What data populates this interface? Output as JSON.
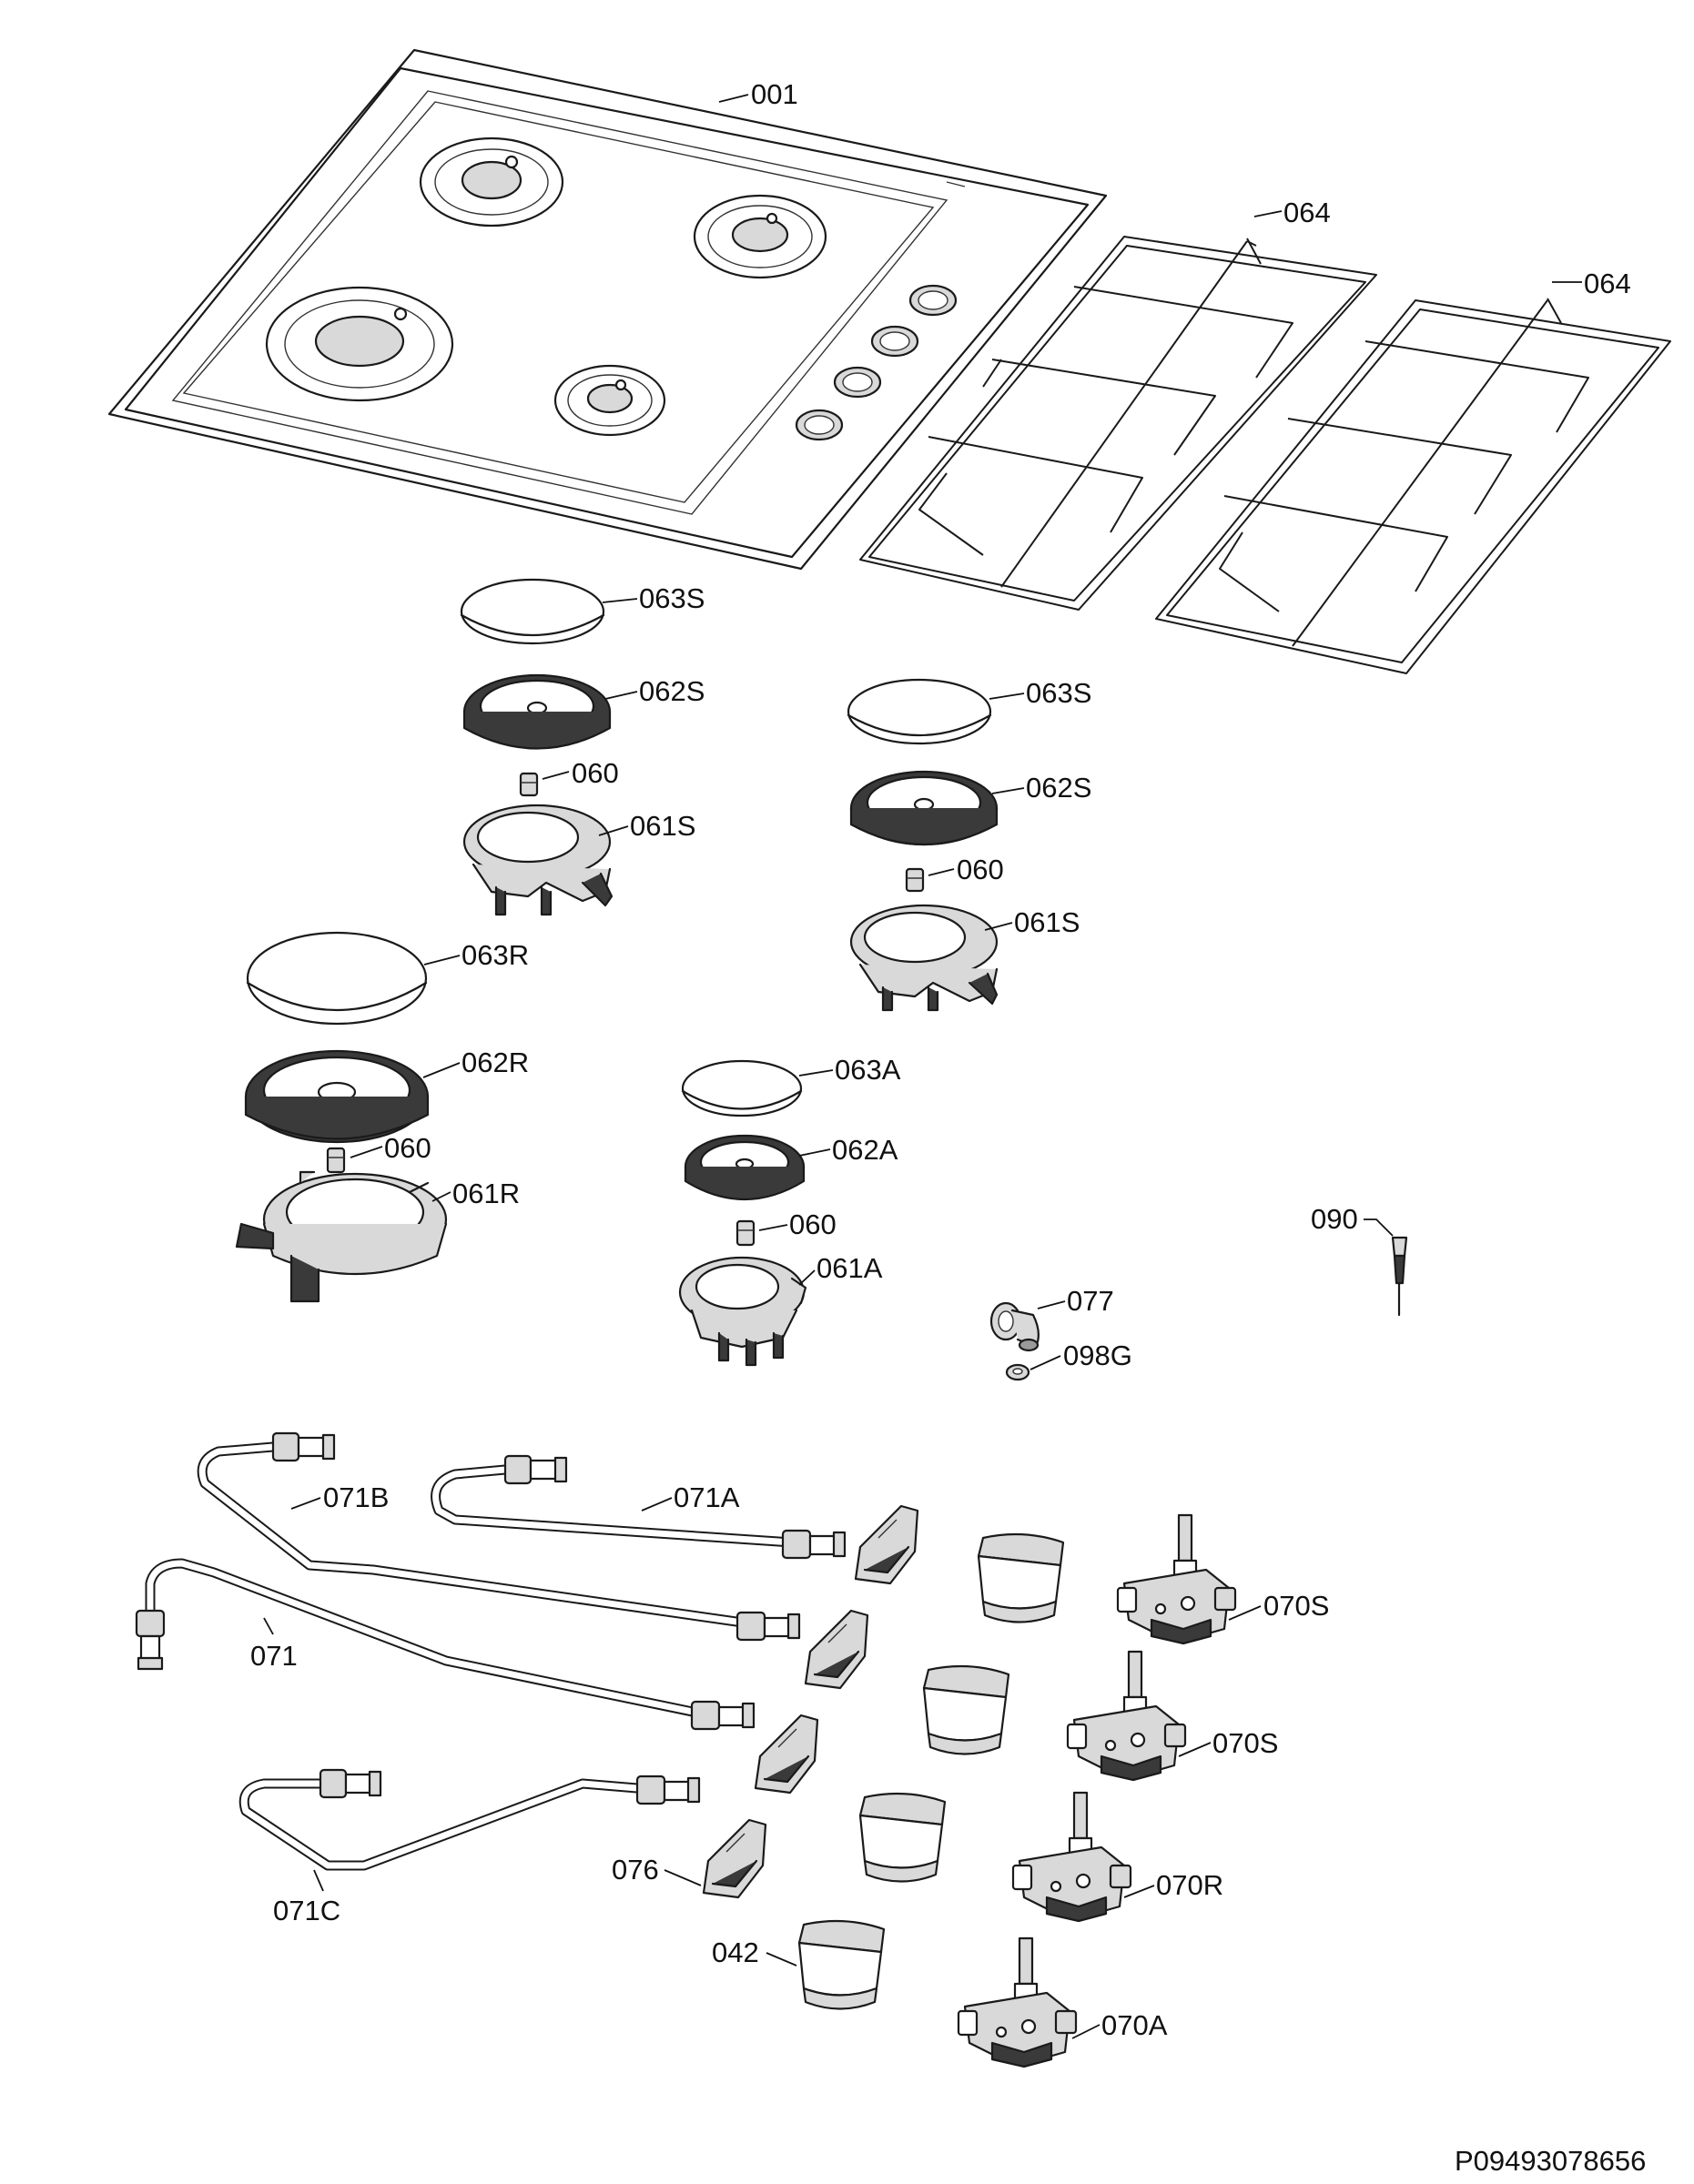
{
  "labels": {
    "l001": "001",
    "l064a": "064",
    "l064b": "064",
    "l063s_a": "063S",
    "l062s_a": "062S",
    "l060_a": "060",
    "l061s_a": "061S",
    "l063s_b": "063S",
    "l062s_b": "062S",
    "l060_b": "060",
    "l061s_b": "061S",
    "l063r": "063R",
    "l062r": "062R",
    "l060_c": "060",
    "l061r": "061R",
    "l063a": "063A",
    "l062a": "062A",
    "l060_d": "060",
    "l061a": "061A",
    "l090": "090",
    "l077": "077",
    "l098g": "098G",
    "l071b": "071B",
    "l071a": "071A",
    "l071": "071",
    "l071c": "071C",
    "l070s_a": "070S",
    "l070s_b": "070S",
    "l070r": "070R",
    "l070a": "070A",
    "l076": "076",
    "l042": "042"
  },
  "document_id": "P09493078656"
}
